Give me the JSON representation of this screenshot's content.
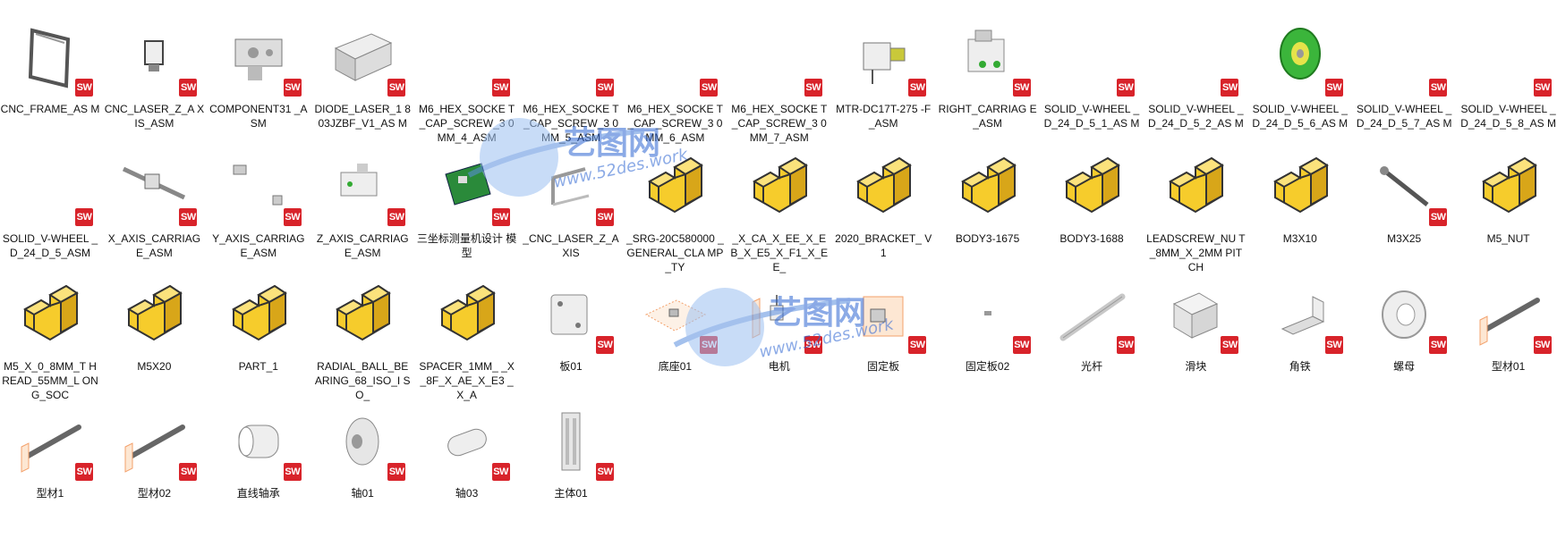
{
  "badge_text": "SW",
  "files": [
    {
      "name": "CNC_FRAME_AS M",
      "icon": "frame-icon",
      "sw": true
    },
    {
      "name": "CNC_LASER_Z_A XIS_ASM",
      "icon": "laser-z-assembly-icon",
      "sw": true
    },
    {
      "name": "COMPONENT31 _ASM",
      "icon": "component-assembly-icon",
      "sw": true
    },
    {
      "name": "DIODE_LASER_1 803JZBF_V1_AS M",
      "icon": "diode-laser-icon",
      "sw": true
    },
    {
      "name": "M6_HEX_SOCKE T_CAP_SCREW_3 0MM_4_ASM",
      "icon": "blank-assembly-icon",
      "sw": true
    },
    {
      "name": "M6_HEX_SOCKE T_CAP_SCREW_3 0MM_5_ASM",
      "icon": "blank-assembly-icon",
      "sw": true
    },
    {
      "name": "M6_HEX_SOCKE T_CAP_SCREW_3 0MM_6_ASM",
      "icon": "blank-assembly-icon",
      "sw": true
    },
    {
      "name": "M6_HEX_SOCKE T_CAP_SCREW_3 0MM_7_ASM",
      "icon": "blank-assembly-icon",
      "sw": true
    },
    {
      "name": "MTR-DC17T-275 -F_ASM",
      "icon": "motor-icon",
      "sw": true
    },
    {
      "name": "RIGHT_CARRIAG E_ASM",
      "icon": "carriage-icon",
      "sw": true
    },
    {
      "name": "SOLID_V-WHEEL _D_24_D_5_1_AS M",
      "icon": "blank-assembly-icon",
      "sw": true
    },
    {
      "name": "SOLID_V-WHEEL _D_24_D_5_2_AS M",
      "icon": "blank-assembly-icon",
      "sw": true
    },
    {
      "name": "SOLID_V-WHEEL _D_24_D_5_6_AS M",
      "icon": "wheel-icon",
      "sw": true
    },
    {
      "name": "SOLID_V-WHEEL _D_24_D_5_7_AS M",
      "icon": "blank-assembly-icon",
      "sw": true
    },
    {
      "name": "SOLID_V-WHEEL _D_24_D_5_8_AS M",
      "icon": "blank-assembly-icon",
      "sw": true
    },
    {
      "name": "SOLID_V-WHEEL _D_24_D_5_ASM",
      "icon": "blank-assembly-icon",
      "sw": true
    },
    {
      "name": "X_AXIS_CARRIAG E_ASM",
      "icon": "x-axis-icon",
      "sw": true
    },
    {
      "name": "Y_AXIS_CARRIAG E_ASM",
      "icon": "y-axis-icon",
      "sw": true
    },
    {
      "name": "Z_AXIS_CARRIAG E_ASM",
      "icon": "z-axis-icon",
      "sw": true
    },
    {
      "name": "三坐标测量机设计 模型",
      "icon": "pcb-icon",
      "sw": true
    },
    {
      "name": "_CNC_LASER_Z_A XIS",
      "icon": "bracket-icon",
      "sw": true
    },
    {
      "name": "_SRG-20C580000 _GENERAL_CLA MP_TY",
      "icon": "generic-part-icon",
      "sw": false
    },
    {
      "name": "_X_CA_X_EE_X_E B_X_E5_X_F1_X_E E_",
      "icon": "generic-part-icon",
      "sw": false
    },
    {
      "name": "2020_BRACKET_ V1",
      "icon": "generic-part-icon",
      "sw": false
    },
    {
      "name": "BODY3-1675",
      "icon": "generic-part-icon",
      "sw": false
    },
    {
      "name": "BODY3-1688",
      "icon": "generic-part-icon",
      "sw": false
    },
    {
      "name": "LEADSCREW_NU T_8MM_X_2MM PITCH",
      "icon": "generic-part-icon",
      "sw": false
    },
    {
      "name": "M3X10",
      "icon": "generic-part-icon",
      "sw": false
    },
    {
      "name": "M3X25",
      "icon": "screw-icon",
      "sw": true
    },
    {
      "name": "M5_NUT",
      "icon": "generic-part-icon",
      "sw": false
    },
    {
      "name": "M5_X_0_8MM_T HREAD_55MM_L ONG_SOC",
      "icon": "generic-part-icon",
      "sw": false
    },
    {
      "name": "M5X20",
      "icon": "generic-part-icon",
      "sw": false
    },
    {
      "name": "PART_1",
      "icon": "generic-part-icon",
      "sw": false
    },
    {
      "name": "RADIAL_BALL_BE ARING_68_ISO_I SO_",
      "icon": "generic-part-icon",
      "sw": false
    },
    {
      "name": "SPACER_1MM_ _X_8F_X_AE_X_E3 _X_A",
      "icon": "generic-part-icon",
      "sw": false
    },
    {
      "name": "板01",
      "icon": "plate-icon",
      "sw": true
    },
    {
      "name": "底座01",
      "icon": "base-icon",
      "sw": true
    },
    {
      "name": "电机",
      "icon": "small-motor-icon",
      "sw": true
    },
    {
      "name": "固定板",
      "icon": "fixing-plate-icon",
      "sw": true
    },
    {
      "name": "固定板02",
      "icon": "tiny-part-icon",
      "sw": true
    },
    {
      "name": "光杆",
      "icon": "rod-icon",
      "sw": true
    },
    {
      "name": "滑块",
      "icon": "slider-block-icon",
      "sw": true
    },
    {
      "name": "角铁",
      "icon": "angle-iron-icon",
      "sw": true
    },
    {
      "name": "螺母",
      "icon": "nut-ring-icon",
      "sw": true
    },
    {
      "name": "型材01",
      "icon": "profile-bar-icon",
      "sw": true
    },
    {
      "name": "型材1",
      "icon": "profile-bar-icon",
      "sw": true
    },
    {
      "name": "型材02",
      "icon": "profile-bar-icon",
      "sw": true
    },
    {
      "name": "直线轴承",
      "icon": "linear-bearing-icon",
      "sw": true
    },
    {
      "name": "轴01",
      "icon": "shaft-coupler-icon",
      "sw": true
    },
    {
      "name": "轴03",
      "icon": "shaft-icon",
      "sw": true
    },
    {
      "name": "主体01",
      "icon": "extrusion-body-icon",
      "sw": true
    }
  ],
  "watermark": {
    "brand": "艺图网",
    "url": "www.52des.work"
  }
}
